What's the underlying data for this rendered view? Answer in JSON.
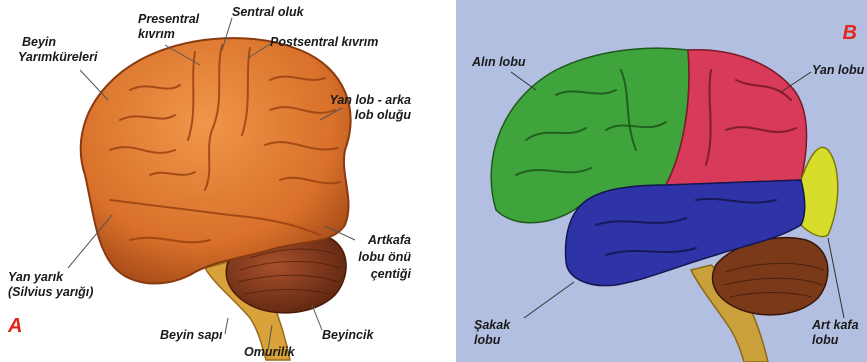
{
  "panel_a": {
    "letter": "A",
    "labels": {
      "beyin_1": "Beyin",
      "beyin_2": "Yarımküreleri",
      "presentral_1": "Presentral",
      "presentral_2": "kıvrım",
      "sentral": "Sentral oluk",
      "postsentral": "Postsentral kıvrım",
      "yanlob_1": "Yan lob - arka",
      "yanlob_2": "lob oluğu",
      "artkafa_1": "Artkafa",
      "artkafa_2": "lobu önü",
      "artkafa_3": "çentiği",
      "yanyarik_1": "Yan yarık",
      "yanyarik_2": "(Silvius yarığı)",
      "beyinsapi": "Beyin sapı",
      "omurilik": "Omurilik",
      "beyincik": "Beyincik"
    }
  },
  "panel_b": {
    "letter": "B",
    "labels": {
      "alin": "Alın lobu",
      "yan": "Yan lobu",
      "sakak_1": "Şakak",
      "sakak_2": "lobu",
      "artkafa_1": "Art kafa",
      "artkafa_2": "lobu"
    }
  },
  "colors": {
    "cortex_a": "#d8702a",
    "cerebellum_a": "#8a3a1a",
    "brainstem": "#d9a23a",
    "frontal": "#3fa43c",
    "parietal": "#d83a5a",
    "temporal": "#2f33a8",
    "occipital": "#d8dc2a",
    "panel_b_bg": "#b3bfe0",
    "letter": "#e1261c"
  }
}
